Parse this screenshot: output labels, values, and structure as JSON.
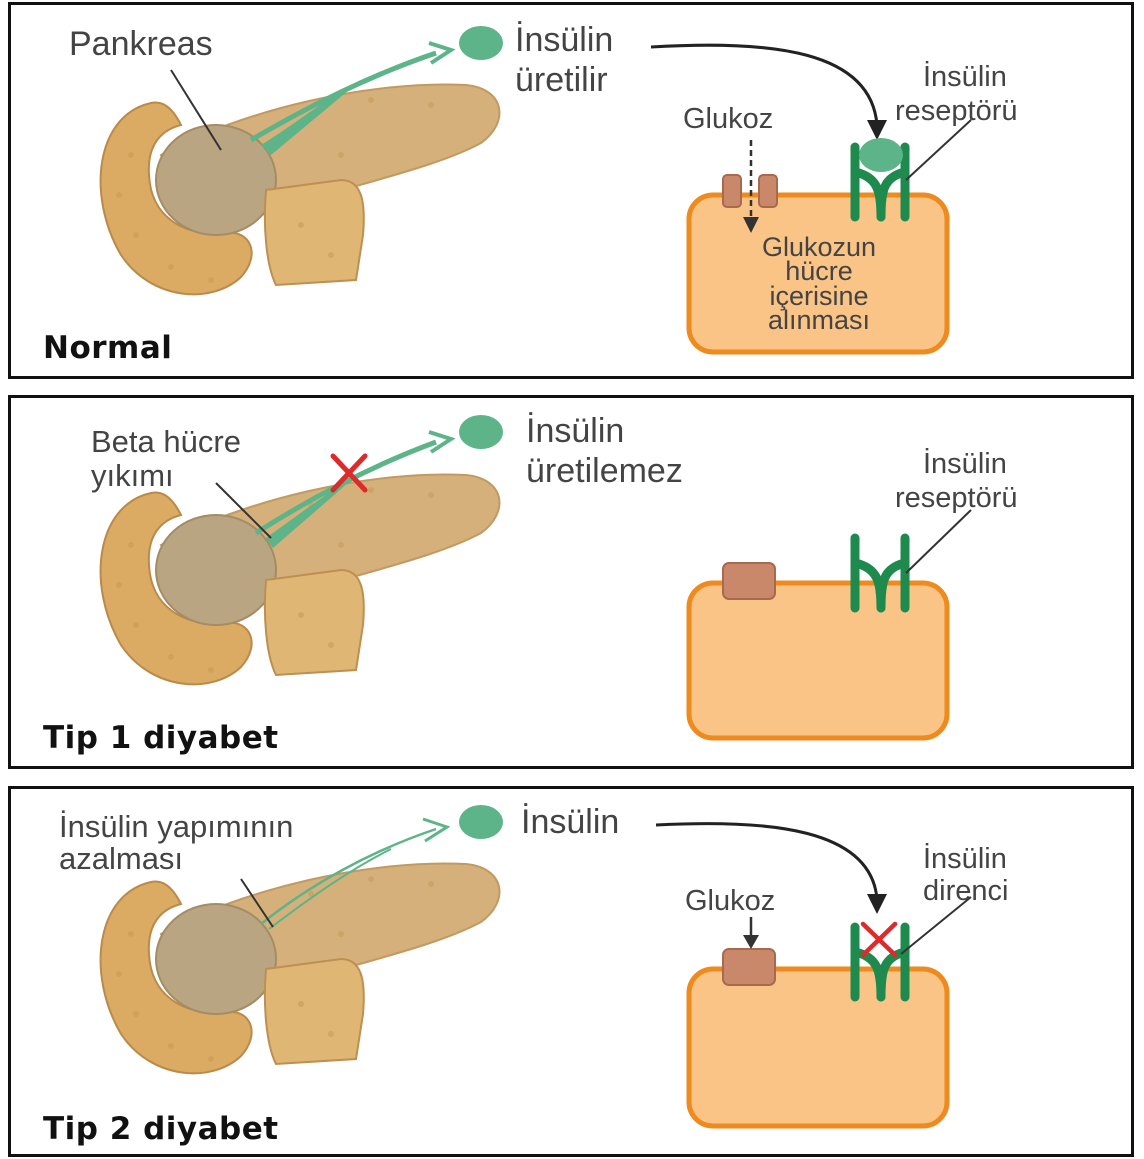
{
  "panels": {
    "normal": {
      "title": "Normal",
      "pancreas_label": "Pankreas",
      "insulin_label_1": "İnsülin",
      "insulin_label_2": "üretilir",
      "glucose_label": "Glukoz",
      "receptor_label_1": "İnsülin",
      "receptor_label_2": "reseptörü",
      "cell_text": [
        "Glukozun",
        "hücre",
        "içerisine",
        "alınması"
      ]
    },
    "tip1": {
      "title": "Tip 1 diyabet",
      "pancreas_label_1": "Beta hücre",
      "pancreas_label_2": "yıkımı",
      "insulin_label_1": "İnsülin",
      "insulin_label_2": "üretilemez",
      "receptor_label_1": "İnsülin",
      "receptor_label_2": "reseptörü"
    },
    "tip2": {
      "title": "Tip 2 diyabet",
      "pancreas_label_1": "İnsülin yapımının",
      "pancreas_label_2": "azalması",
      "insulin_label": "İnsülin",
      "glucose_label": "Glukoz",
      "receptor_label_1": "İnsülin",
      "receptor_label_2": "direnci"
    }
  },
  "colors": {
    "pancreas": "#d9ad6a",
    "pancreas_dark": "#b8915a",
    "pancreas_head": "#b6a27e",
    "insulin": "#5cb488",
    "receptor": "#1f8a4e",
    "cell_fill": "#fbc487",
    "cell_border": "#ee8a1e",
    "transporter": "#c9886a",
    "cross": "#dd2a2a"
  },
  "icons": {
    "pancreas": "pancreas-icon",
    "insulin": "insulin-molecule-icon",
    "receptor": "insulin-receptor-icon",
    "transporter": "glucose-transporter-icon",
    "cross": "cross-icon"
  }
}
